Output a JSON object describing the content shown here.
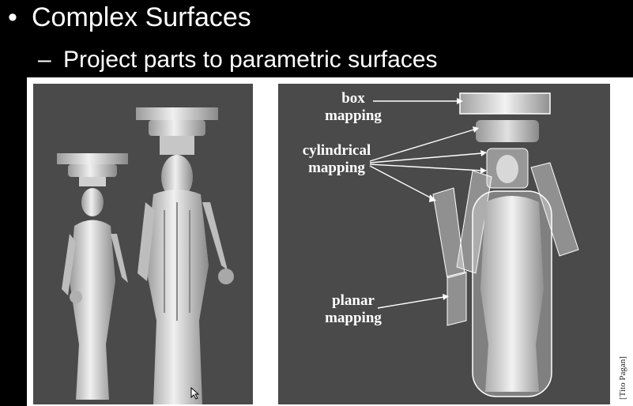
{
  "slide": {
    "bullet_symbol": "•",
    "bullet_text": "Complex Surfaces",
    "sub_dash": "–",
    "sub_text": "Project parts to parametric surfaces"
  },
  "figure": {
    "labels": {
      "box_line1": "box",
      "box_line2": "mapping",
      "cyl_line1": "cylindrical",
      "cyl_line2": "mapping",
      "planar_line1": "planar",
      "planar_line2": "mapping"
    },
    "credit": "[Tito Pagan]"
  },
  "colors": {
    "background": "#000000",
    "panel": "#4a4a4a",
    "figure_frame": "#ffffff",
    "statue": "#d9d9d9",
    "text": "#ffffff"
  },
  "icons": {
    "cursor": "move-cursor-icon"
  }
}
